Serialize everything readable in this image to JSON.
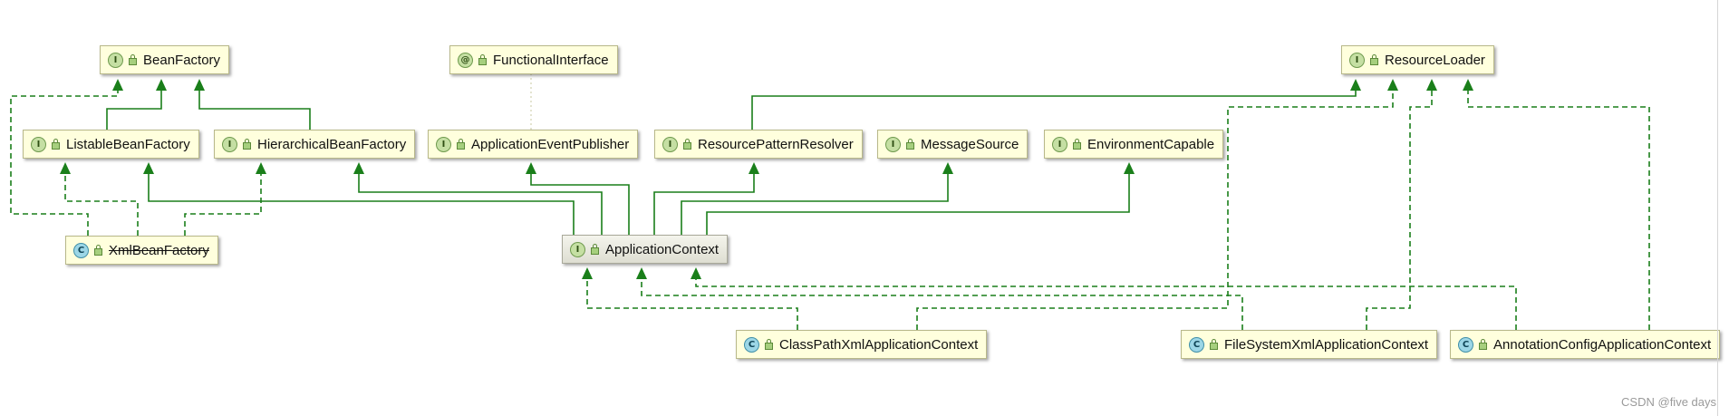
{
  "diagram": {
    "nodes": {
      "bean_factory": {
        "badge": "I",
        "label": "BeanFactory"
      },
      "functional_interface": {
        "badge": "@",
        "label": "FunctionalInterface"
      },
      "resource_loader": {
        "badge": "I",
        "label": "ResourceLoader"
      },
      "listable_bean_factory": {
        "badge": "I",
        "label": "ListableBeanFactory"
      },
      "hierarchical_bean_factory": {
        "badge": "I",
        "label": "HierarchicalBeanFactory"
      },
      "application_event_publisher": {
        "badge": "I",
        "label": "ApplicationEventPublisher"
      },
      "resource_pattern_resolver": {
        "badge": "I",
        "label": "ResourcePatternResolver"
      },
      "message_source": {
        "badge": "I",
        "label": "MessageSource"
      },
      "environment_capable": {
        "badge": "I",
        "label": "EnvironmentCapable"
      },
      "xml_bean_factory": {
        "badge": "C",
        "label": "XmlBeanFactory"
      },
      "application_context": {
        "badge": "I",
        "label": "ApplicationContext"
      },
      "class_path_xml_application_context": {
        "badge": "C",
        "label": "ClassPathXmlApplicationContext"
      },
      "file_system_xml_application_context": {
        "badge": "C",
        "label": "FileSystemXmlApplicationContext"
      },
      "annotation_config_application_context": {
        "badge": "C",
        "label": "AnnotationConfigApplicationContext"
      }
    },
    "relations": [
      {
        "from": "listable_bean_factory",
        "to": "bean_factory",
        "kind": "extends"
      },
      {
        "from": "hierarchical_bean_factory",
        "to": "bean_factory",
        "kind": "extends"
      },
      {
        "from": "xml_bean_factory",
        "to": "bean_factory",
        "kind": "implements"
      },
      {
        "from": "xml_bean_factory",
        "to": "listable_bean_factory",
        "kind": "implements"
      },
      {
        "from": "xml_bean_factory",
        "to": "hierarchical_bean_factory",
        "kind": "implements"
      },
      {
        "from": "application_event_publisher",
        "to": "functional_interface",
        "kind": "annotated"
      },
      {
        "from": "resource_pattern_resolver",
        "to": "resource_loader",
        "kind": "extends"
      },
      {
        "from": "application_context",
        "to": "listable_bean_factory",
        "kind": "extends"
      },
      {
        "from": "application_context",
        "to": "hierarchical_bean_factory",
        "kind": "extends"
      },
      {
        "from": "application_context",
        "to": "application_event_publisher",
        "kind": "extends"
      },
      {
        "from": "application_context",
        "to": "resource_pattern_resolver",
        "kind": "extends"
      },
      {
        "from": "application_context",
        "to": "message_source",
        "kind": "extends"
      },
      {
        "from": "application_context",
        "to": "environment_capable",
        "kind": "extends"
      },
      {
        "from": "class_path_xml_application_context",
        "to": "application_context",
        "kind": "implements"
      },
      {
        "from": "class_path_xml_application_context",
        "to": "resource_loader",
        "kind": "implements"
      },
      {
        "from": "file_system_xml_application_context",
        "to": "application_context",
        "kind": "implements"
      },
      {
        "from": "file_system_xml_application_context",
        "to": "resource_loader",
        "kind": "implements"
      },
      {
        "from": "annotation_config_application_context",
        "to": "application_context",
        "kind": "implements"
      },
      {
        "from": "annotation_config_application_context",
        "to": "resource_loader",
        "kind": "implements"
      }
    ]
  },
  "watermark": "CSDN @five days",
  "colors": {
    "edge": "#1a7f1a",
    "node_fill": "#ffffdd",
    "node_border": "#b8b88a",
    "dotted": "#c8c8a0"
  }
}
